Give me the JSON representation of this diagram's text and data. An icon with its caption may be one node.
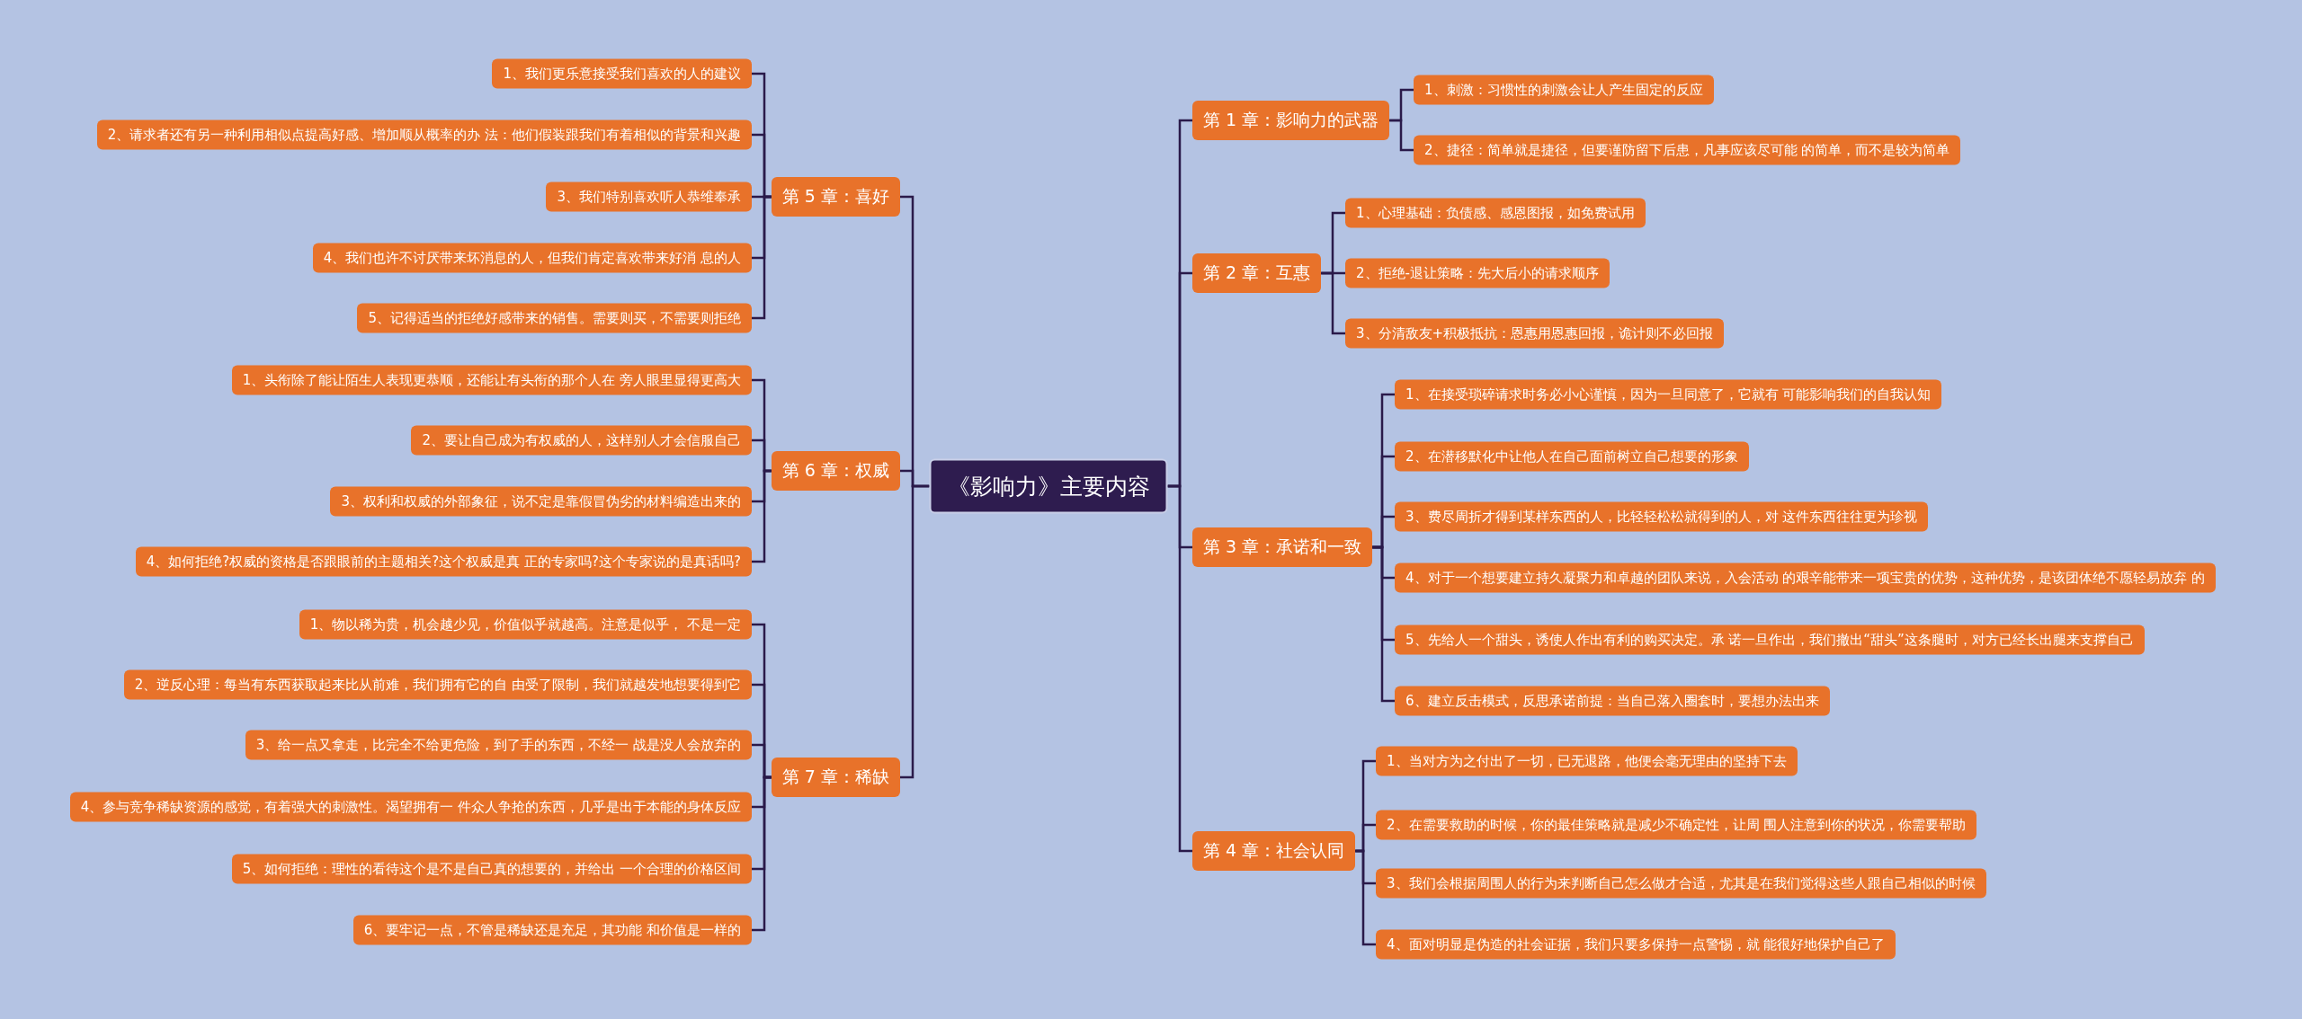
{
  "diagram": {
    "nodes": [
      {
        "text": [
          "《影响力》主要内容"
        ]
      },
      {
        "text": [
          "第 1 章：影响力的武器"
        ]
      },
      {
        "text": [
          "1、刺激：习惯性的刺激会让人产生固定的反应"
        ]
      },
      {
        "text": [
          "2、捷径：简单就是捷径，但要谨防留下后患，凡事应该尽可能 的简单，而不是较为简单"
        ]
      },
      {
        "text": [
          "第 2 章：互惠"
        ]
      },
      {
        "text": [
          "1、心理基础：负债感、感恩图报，如免费试用"
        ]
      },
      {
        "text": [
          "2、拒绝-退让策略：先大后小的请求顺序"
        ]
      },
      {
        "text": [
          "3、分清敌友+积极抵抗：恩惠用恩惠回报，诡计则不必回报"
        ]
      },
      {
        "text": [
          "第 3 章：承诺和一致"
        ]
      },
      {
        "text": [
          "1、在接受琐碎请求时务必小心谨慎，因为一旦同意了，它就有 可能影响我们的自我认知"
        ]
      },
      {
        "text": [
          "2、在潜移默化中让他人在自己面前树立自己想要的形象"
        ]
      },
      {
        "text": [
          "3、费尽周折才得到某样东西的人，比轻轻松松就得到的人，对 这件东西往往更为珍视"
        ]
      },
      {
        "text": [
          "4、对于一个想要建立持久凝聚力和卓越的团队来说，入会活动 的艰辛能带来一项宝贵的优势，这种优势，是该团体绝不愿轻易放弃 的"
        ]
      },
      {
        "text": [
          "5、先给人一个甜头，诱使人作出有利的购买决定。承 诺一旦作出，我们撤出“甜头”这条腿时，对方已经长出腿来支撑自己"
        ]
      },
      {
        "text": [
          "6、建立反击模式，反思承诺前提：当自己落入圈套时，要想办法出来"
        ]
      },
      {
        "text": [
          "第 4 章：社会认同"
        ]
      },
      {
        "text": [
          "1、当对方为之付出了一切，已无退路，他便会毫无理由的坚持下去"
        ]
      },
      {
        "text": [
          "2、在需要救助的时候，你的最佳策略就是减少不确定性，让周 围人注意到你的状况，你需要帮助"
        ]
      },
      {
        "text": [
          "3、我们会根据周围人的行为来判断自己怎么做才合适，尤其是在我们觉得这些人跟自己相似的时候"
        ]
      },
      {
        "text": [
          "4、面对明显是伪造的社会证据，我们只要多保持一点警惕，就 能很好地保护自己了"
        ]
      },
      {
        "text": [
          "第 5 章：喜好"
        ]
      },
      {
        "text": [
          "1、我们更乐意接受我们喜欢的人的建议"
        ]
      },
      {
        "text": [
          "2、请求者还有另一种利用相似点提高好感、增加顺从概率的办 法：他们假装跟我们有着相似的背景和兴趣"
        ]
      },
      {
        "text": [
          "3、我们特别喜欢听人恭维奉承"
        ]
      },
      {
        "text": [
          "4、我们也许不讨厌带来坏消息的人，但我们肯定喜欢带来好消 息的人"
        ]
      },
      {
        "text": [
          "5、记得适当的拒绝好感带来的销售。需要则买，不需要则拒绝"
        ]
      },
      {
        "text": [
          "第 6 章：权威"
        ]
      },
      {
        "text": [
          "1、头衔除了能让陌生人表现更恭顺，还能让有头衔的那个人在 旁人眼里显得更高大"
        ]
      },
      {
        "text": [
          "2、要让自己成为有权威的人，这样别人才会信服自己"
        ]
      },
      {
        "text": [
          "3、权利和权威的外部象征，说不定是靠假冒伪劣的材料编造出来的"
        ]
      },
      {
        "text": [
          "4、如何拒绝?权威的资格是否跟眼前的主题相关?这个权威是真 正的专家吗?这个专家说的是真话吗?"
        ]
      },
      {
        "text": [
          "第 7 章：稀缺"
        ]
      },
      {
        "text": [
          "1、物以稀为贵，机会越少见，价值似乎就越高。注意是似乎， 不是一定"
        ]
      },
      {
        "text": [
          "2、逆反心理：每当有东西获取起来比从前难，我们拥有它的自 由受了限制，我们就越发地想要得到它"
        ]
      },
      {
        "text": [
          "3、给一点又拿走，比完全不给更危险，到了手的东西，不经一 战是没人会放弃的"
        ]
      },
      {
        "text": [
          "4、参与竞争稀缺资源的感觉，有着强大的刺激性。渴望拥有一 件众人争抢的东西，几乎是出于本能的身体反应"
        ]
      },
      {
        "text": [
          "5、如何拒绝：理性的看待这个是不是自己真的想要的，并给出 一个合理的价格区间"
        ]
      },
      {
        "text": [
          "6、要牢记一点，不管是稀缺还是充足，其功能 和价值是一样的"
        ]
      }
    ],
    "edges": [
      {
        "from": 0,
        "to": 1,
        "arrow": "none"
      },
      {
        "from": 1,
        "to": 2,
        "arrow": "none"
      },
      {
        "from": 1,
        "to": 3,
        "arrow": "none"
      },
      {
        "from": 0,
        "to": 4,
        "arrow": "none"
      },
      {
        "from": 4,
        "to": 5,
        "arrow": "none"
      },
      {
        "from": 4,
        "to": 6,
        "arrow": "none"
      },
      {
        "from": 4,
        "to": 7,
        "arrow": "none"
      },
      {
        "from": 0,
        "to": 8,
        "arrow": "none"
      },
      {
        "from": 8,
        "to": 9,
        "arrow": "none"
      },
      {
        "from": 8,
        "to": 10,
        "arrow": "none"
      },
      {
        "from": 8,
        "to": 11,
        "arrow": "none"
      },
      {
        "from": 8,
        "to": 12,
        "arrow": "none"
      },
      {
        "from": 8,
        "to": 13,
        "arrow": "none"
      },
      {
        "from": 8,
        "to": 14,
        "arrow": "none"
      },
      {
        "from": 0,
        "to": 15,
        "arrow": "none"
      },
      {
        "from": 15,
        "to": 16,
        "arrow": "none"
      },
      {
        "from": 15,
        "to": 17,
        "arrow": "none"
      },
      {
        "from": 15,
        "to": 18,
        "arrow": "none"
      },
      {
        "from": 15,
        "to": 19,
        "arrow": "none"
      },
      {
        "from": 0,
        "to": 20,
        "arrow": "none"
      },
      {
        "from": 20,
        "to": 21,
        "arrow": "none"
      },
      {
        "from": 20,
        "to": 22,
        "arrow": "none"
      },
      {
        "from": 20,
        "to": 23,
        "arrow": "none"
      },
      {
        "from": 20,
        "to": 24,
        "arrow": "none"
      },
      {
        "from": 20,
        "to": 25,
        "arrow": "none"
      },
      {
        "from": 0,
        "to": 26,
        "arrow": "none"
      },
      {
        "from": 26,
        "to": 27,
        "arrow": "none"
      },
      {
        "from": 26,
        "to": 28,
        "arrow": "none"
      },
      {
        "from": 26,
        "to": 29,
        "arrow": "none"
      },
      {
        "from": 26,
        "to": 30,
        "arrow": "none"
      },
      {
        "from": 0,
        "to": 31,
        "arrow": "none"
      },
      {
        "from": 31,
        "to": 32,
        "arrow": "none"
      },
      {
        "from": 31,
        "to": 33,
        "arrow": "none"
      },
      {
        "from": 31,
        "to": 34,
        "arrow": "none"
      },
      {
        "from": 31,
        "to": 35,
        "arrow": "none"
      },
      {
        "from": 31,
        "to": 36,
        "arrow": "none"
      },
      {
        "from": 31,
        "to": 37,
        "arrow": "none"
      }
    ]
  }
}
